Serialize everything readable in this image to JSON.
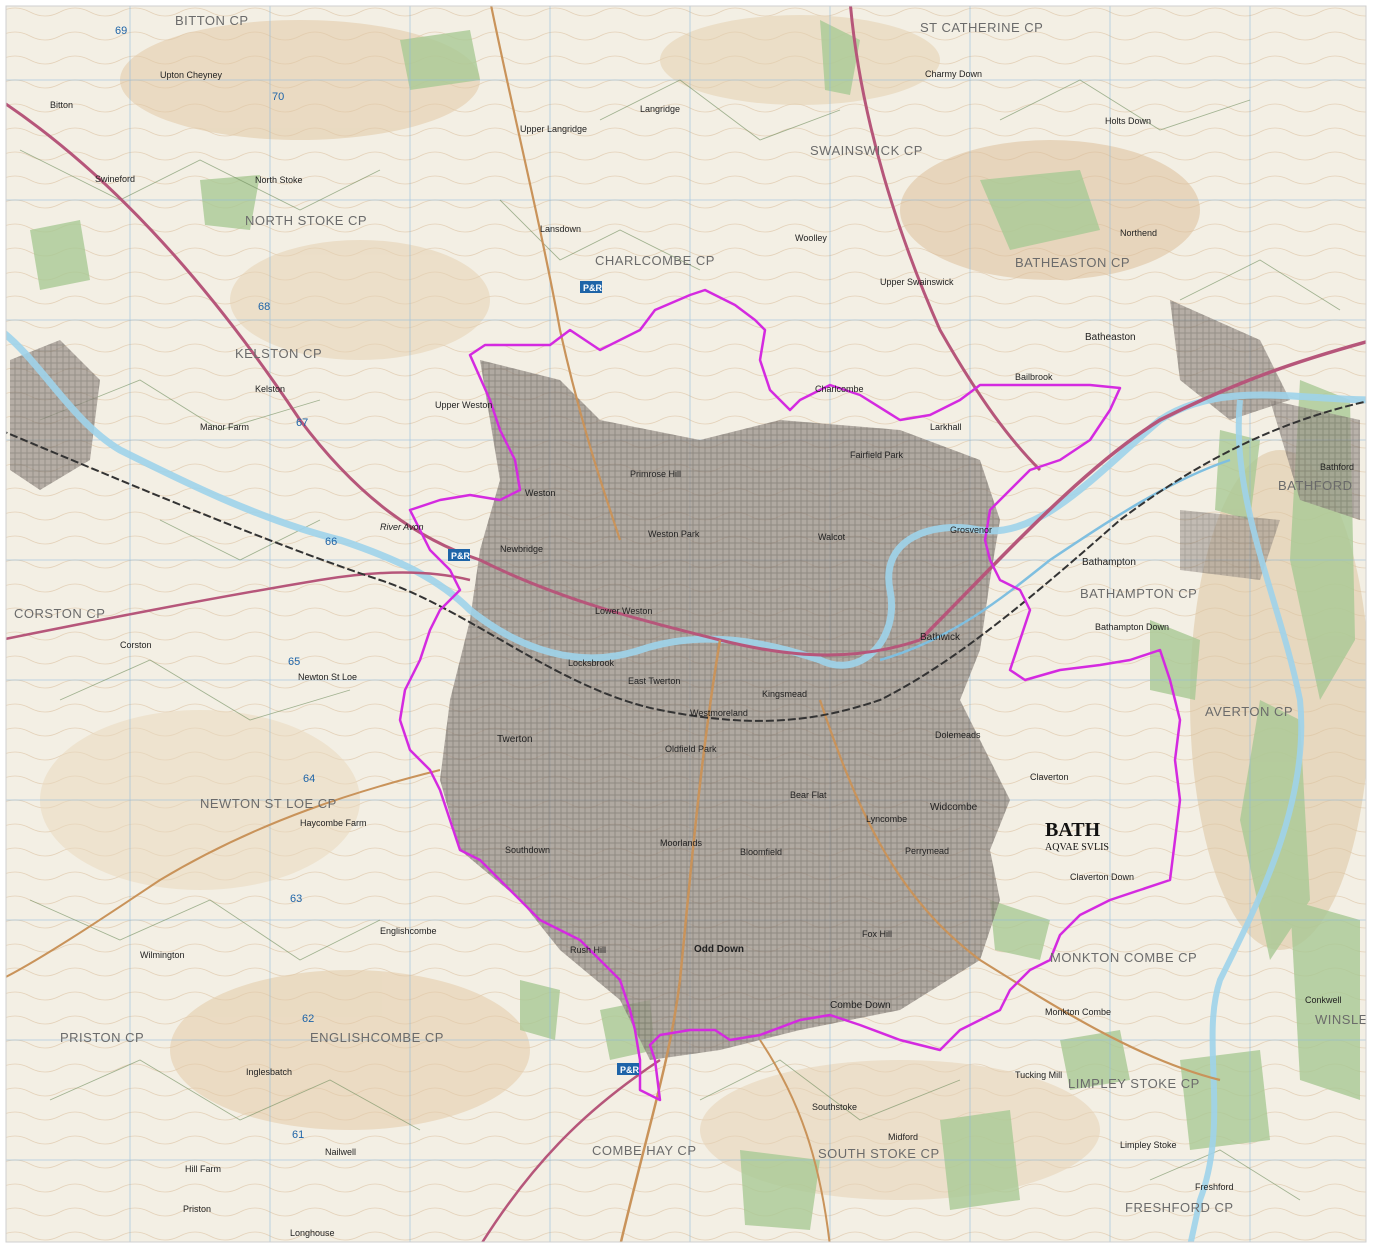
{
  "map": {
    "title": "BATH",
    "subtitle": "AQVAE SVLIS",
    "colors": {
      "background": "#f3efe4",
      "contour": "#c8a27a",
      "urban": "#8e857e",
      "boundary": "#d42ae0",
      "river": "#9fd3ea",
      "road": "#b6567a",
      "rail": "#333333",
      "woodland": "#9bbf86",
      "grid": "#8bb9de"
    },
    "parishes": {
      "bitton": "BITTON CP",
      "st_catherine": "ST CATHERINE CP",
      "swainswick": "SWAINSWICK CP",
      "charlcombe": "CHARLCOMBE CP",
      "batheaston": "BATHEASTON CP",
      "north_stoke": "NORTH STOKE CP",
      "kelston": "KELSTON CP",
      "corston": "CORSTON CP",
      "bathampton": "BATHAMPTON CP",
      "bathford": "BATHFORD",
      "claverton": "AVERTON CP",
      "newton_st_loe": "NEWTON ST LOE CP",
      "monkton_combe": "MONKTON COMBE CP",
      "winsley": "WINSLEY",
      "priston": "PRISTON CP",
      "englishcombe": "ENGLISHCOMBE CP",
      "limpley_stoke": "LIMPLEY STOKE CP",
      "combe_hay": "COMBE HAY CP",
      "south_stoke": "SOUTH STOKE CP",
      "freshford": "FRESHFORD CP"
    },
    "places": {
      "upton_cheyney": "Upton Cheyney",
      "bitton": "Bitton",
      "swineford": "Swineford",
      "north_stoke": "North Stoke",
      "lansdown": "Lansdown",
      "upper_langridge": "Upper Langridge",
      "langridge": "Langridge",
      "charmy_down": "Charmy Down",
      "holts_down": "Holts Down",
      "northend": "Northend",
      "batheaston": "Batheaston",
      "upper_swainswick": "Upper Swainswick",
      "woolley": "Woolley",
      "charlcombe": "Charlcombe",
      "kelston": "Kelston",
      "upper_weston": "Upper Weston",
      "weston": "Weston",
      "newbridge": "Newbridge",
      "larkhall": "Larkhall",
      "fairfield_park": "Fairfield Park",
      "bailbrook": "Bailbrook",
      "primrose_hill": "Primrose Hill",
      "weston_park": "Weston Park",
      "walcot": "Walcot",
      "grosvenor": "Grosvenor",
      "lower_weston": "Lower Weston",
      "bathwick": "Bathwick",
      "bathampton": "Bathampton",
      "bathampton_down": "Bathampton Down",
      "corston": "Corston",
      "newton_st_loe": "Newton St Loe",
      "twerton": "Twerton",
      "locksbrook": "Locksbrook",
      "east_twerton": "East Twerton",
      "westmoreland": "Westmoreland",
      "oldfield_park": "Oldfield Park",
      "dolemeads": "Dolemeads",
      "widcombe": "Widcombe",
      "claverton": "Claverton",
      "claverton_down": "Claverton Down",
      "bear_flat": "Bear Flat",
      "lyncombe": "Lyncombe",
      "southdown": "Southdown",
      "moorlands": "Moorlands",
      "bloomfield": "Bloomfield",
      "perrymead": "Perrymead",
      "englishcombe": "Englishcombe",
      "rush_hill": "Rush Hill",
      "odd_down": "Odd Down",
      "fox_hill": "Fox Hill",
      "combe_down": "Combe Down",
      "monkton_combe": "Monkton Combe",
      "wilmington": "Wilmington",
      "inglesbatch": "Inglesbatch",
      "nailwell": "Nailwell",
      "southstoke": "Southstoke",
      "midford": "Midford",
      "limpley_stoke": "Limpley Stoke",
      "freshford": "Freshford",
      "priston": "Priston",
      "hill_farm": "Hill Farm",
      "tucking_mill": "Tucking Mill",
      "bathford": "Bathford",
      "conkwell": "Conkwell",
      "longhouse": "Longhouse",
      "haycombe": "Haycombe Farm",
      "kingsmead": "Kingsmead",
      "manor_farm": "Manor Farm",
      "river_avon": "River Avon"
    },
    "park_and_ride": "P&R",
    "grid_numbers": [
      "69",
      "70",
      "68",
      "67",
      "66",
      "65",
      "64",
      "63",
      "62",
      "61"
    ]
  }
}
